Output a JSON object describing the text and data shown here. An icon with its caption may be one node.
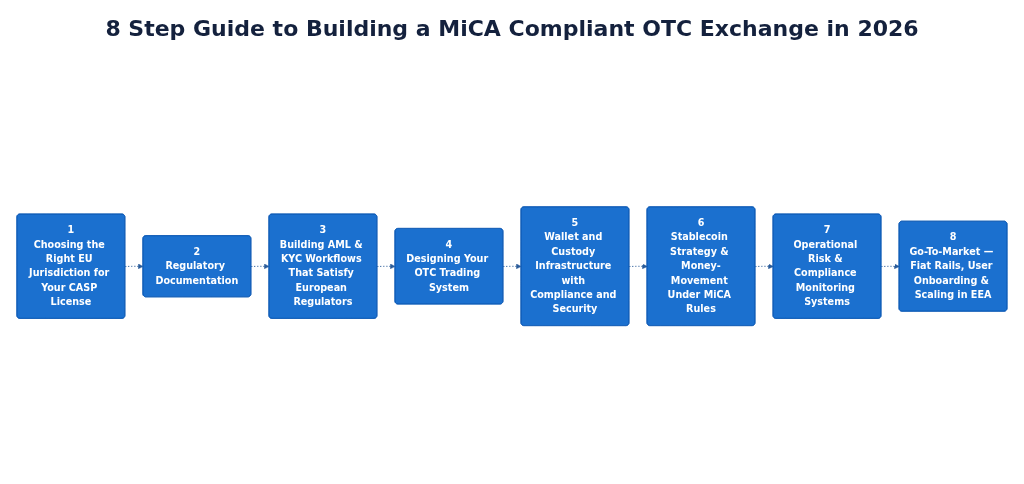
{
  "diagram": {
    "title": "8 Step Guide to Building a MiCA Compliant OTC Exchange in 2026",
    "nodes": [
      {
        "text": [
          "1",
          "Choosing the Right EU Jurisdiction for Your CASP License"
        ]
      },
      {
        "text": [
          "2",
          "Regulatory Documentation"
        ]
      },
      {
        "text": [
          "3",
          "Building AML & KYC Workflows That Satisfy European Regulators"
        ]
      },
      {
        "text": [
          "4",
          "Designing Your OTC Trading System"
        ]
      },
      {
        "text": [
          "5",
          "Wallet and Custody Infrastructure with Compliance and Security"
        ]
      },
      {
        "text": [
          "6",
          "Stablecoin Strategy & Money-Movement Under MiCA Rules"
        ]
      },
      {
        "text": [
          "7",
          "Operational Risk & Compliance Monitoring Systems"
        ]
      },
      {
        "text": [
          "8",
          "Go-To-Market — Fiat Rails, User Onboarding & Scaling in EEA"
        ]
      }
    ],
    "edges": [
      {
        "from": 0,
        "to": 1,
        "arrow": "to",
        "style": "dashed"
      },
      {
        "from": 1,
        "to": 2,
        "arrow": "to",
        "style": "dashed"
      },
      {
        "from": 2,
        "to": 3,
        "arrow": "to",
        "style": "dashed"
      },
      {
        "from": 3,
        "to": 4,
        "arrow": "to",
        "style": "dashed"
      },
      {
        "from": 4,
        "to": 5,
        "arrow": "to",
        "style": "dashed"
      },
      {
        "from": 5,
        "to": 6,
        "arrow": "to",
        "style": "dashed"
      },
      {
        "from": 6,
        "to": 7,
        "arrow": "to",
        "style": "dashed"
      }
    ]
  }
}
